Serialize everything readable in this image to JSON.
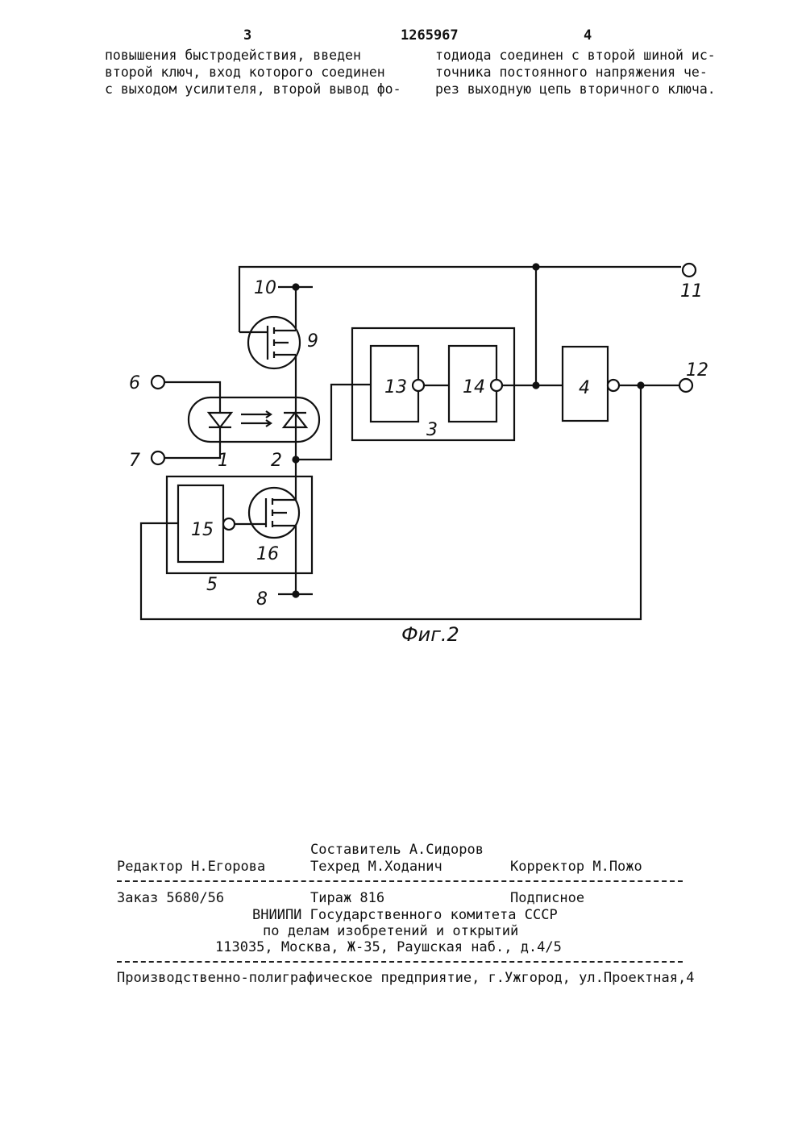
{
  "header": {
    "page_left": "3",
    "patent_number": "1265967",
    "page_right": "4"
  },
  "body_text": {
    "col_left": [
      "повышения быстродействия, введен",
      "второй ключ, вход которого соединен",
      "с выходом усилителя, второй вывод фо-"
    ],
    "col_right": [
      "тодиода соединен с второй шиной ис-",
      "точника постоянного напряжения че-",
      "рез выходную цепь вторичного ключа."
    ]
  },
  "figure": {
    "caption": "Фиг.2",
    "labels": {
      "n1": "1",
      "n2": "2",
      "n3": "3",
      "n4": "4",
      "n5": "5",
      "n6": "6",
      "n7": "7",
      "n8": "8",
      "n9": "9",
      "n10": "10",
      "n11": "11",
      "n12": "12",
      "n13": "13",
      "n14": "14",
      "n15": "15",
      "n16": "16"
    }
  },
  "imprint": {
    "compiler": "Составитель А.Сидоров",
    "editor": "Редактор Н.Егорова",
    "techred": "Техред М.Ходанич",
    "corrector": "Корректор М.Пожо",
    "order": "Заказ 5680/56",
    "circulation": "Тираж 816",
    "subscription": "Подписное",
    "org_line1": "ВНИИПИ Государственного комитета СССР",
    "org_line2": "по делам изобретений и открытий",
    "address": "113035, Москва, Ж-35, Раушская наб., д.4/5",
    "printer": "Производственно-полиграфическое предприятие, г.Ужгород, ул.Проектная,4"
  }
}
